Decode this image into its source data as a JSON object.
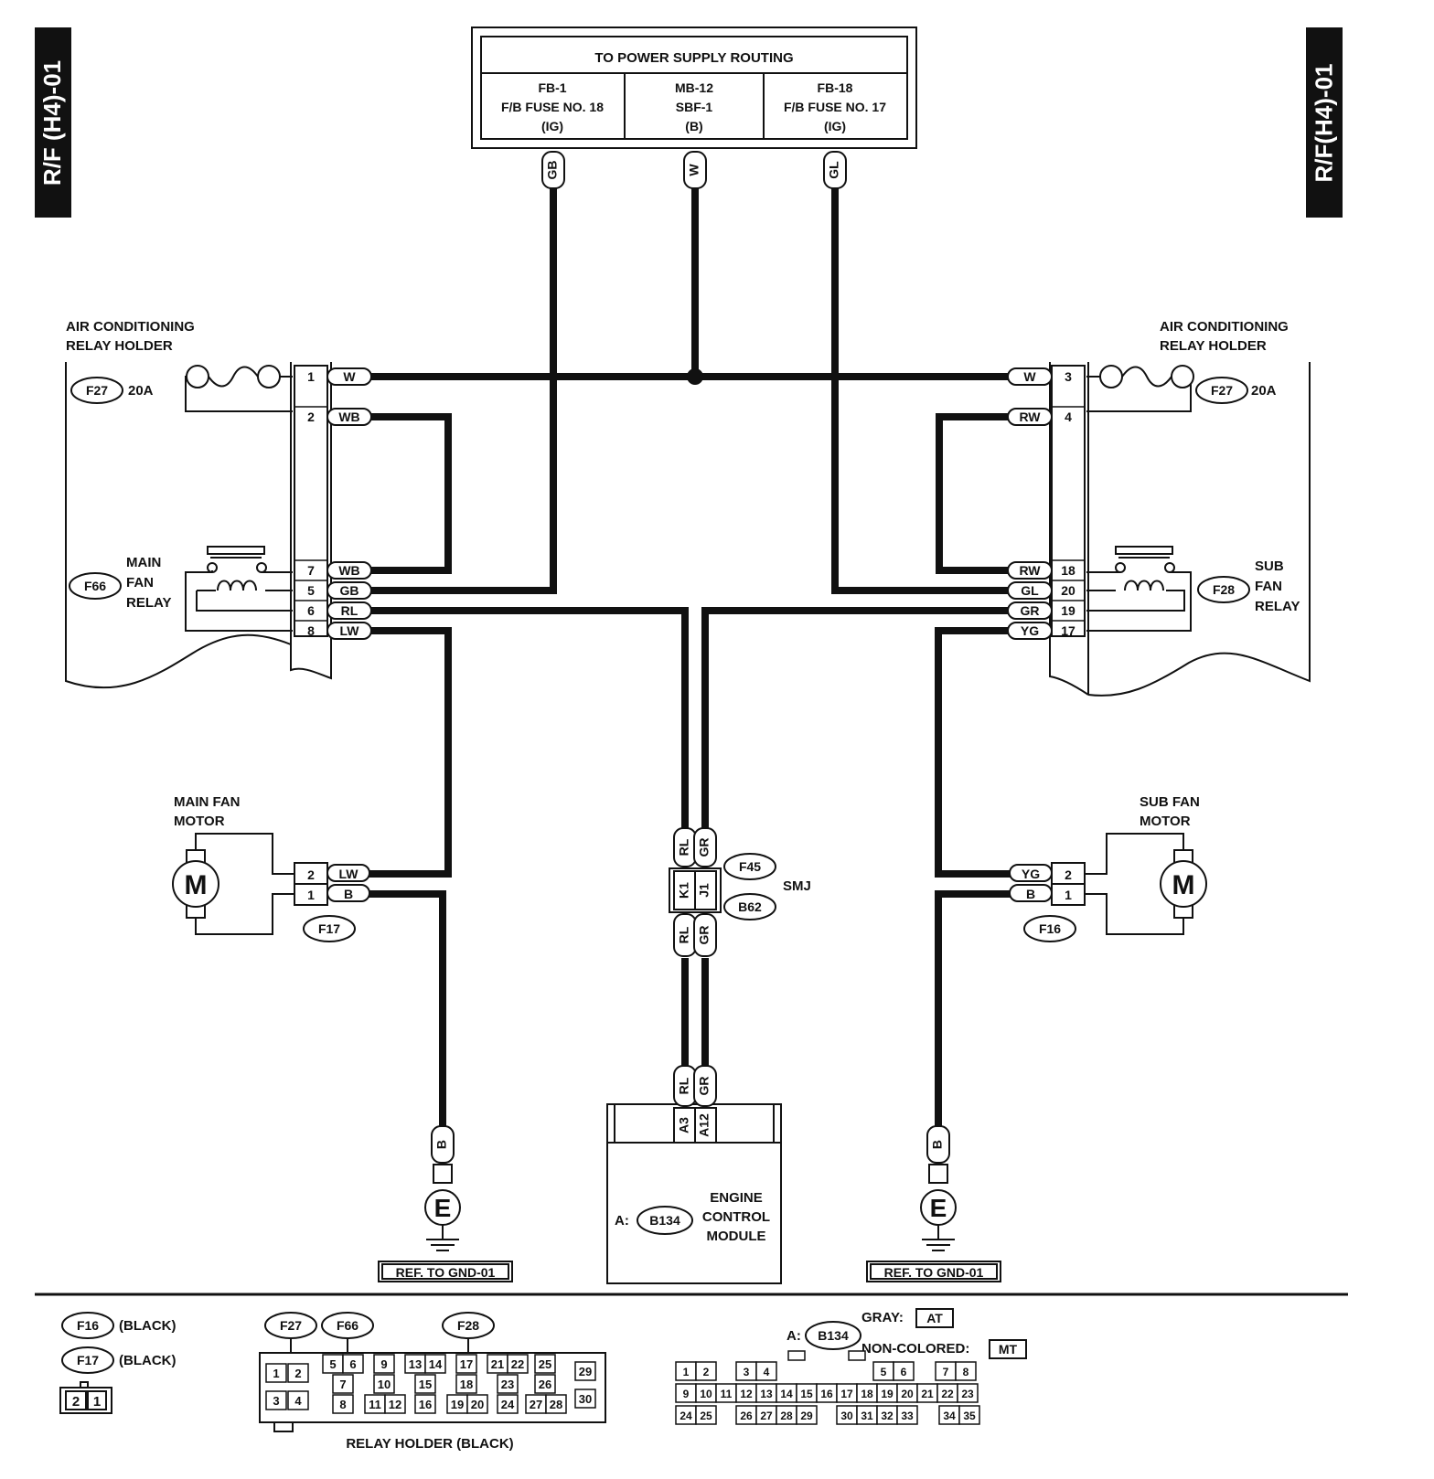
{
  "page_tags": {
    "left": "R/F (H4)-01",
    "right": "R/F(H4)-01"
  },
  "power_supply": {
    "title": "TO POWER SUPPLY ROUTING",
    "col1": [
      "FB-1",
      "F/B FUSE NO. 18",
      "(IG)"
    ],
    "col2": [
      "MB-12",
      "SBF-1",
      "(B)"
    ],
    "col3": [
      "FB-18",
      "F/B FUSE NO. 17",
      "(IG)"
    ],
    "wires": [
      "GB",
      "W",
      "GL"
    ]
  },
  "left_relay_holder": {
    "title": [
      "AIR CONDITIONING",
      "RELAY HOLDER"
    ],
    "fuse_connector": "F27",
    "fuse_rating": "20A",
    "relay_connector": "F66",
    "relay_label": [
      "MAIN",
      "FAN",
      "RELAY"
    ],
    "pins": [
      {
        "pin": "1",
        "wire": "W"
      },
      {
        "pin": "2",
        "wire": "WB"
      },
      {
        "pin": "7",
        "wire": "WB"
      },
      {
        "pin": "5",
        "wire": "GB"
      },
      {
        "pin": "6",
        "wire": "RL"
      },
      {
        "pin": "8",
        "wire": "LW"
      }
    ]
  },
  "right_relay_holder": {
    "title": [
      "AIR CONDITIONING",
      "RELAY HOLDER"
    ],
    "fuse_connector": "F27",
    "fuse_rating": "20A",
    "relay_connector": "F28",
    "relay_label": [
      "SUB",
      "FAN",
      "RELAY"
    ],
    "pins": [
      {
        "pin": "3",
        "wire": "W"
      },
      {
        "pin": "4",
        "wire": "RW"
      },
      {
        "pin": "18",
        "wire": "RW"
      },
      {
        "pin": "20",
        "wire": "GL"
      },
      {
        "pin": "19",
        "wire": "GR"
      },
      {
        "pin": "17",
        "wire": "YG"
      }
    ]
  },
  "main_fan_motor": {
    "title": [
      "MAIN FAN",
      "MOTOR"
    ],
    "symbol": "M",
    "connector": "F17",
    "pins": [
      {
        "pin": "2",
        "wire": "LW"
      },
      {
        "pin": "1",
        "wire": "B"
      }
    ]
  },
  "sub_fan_motor": {
    "title": [
      "SUB FAN",
      "MOTOR"
    ],
    "symbol": "M",
    "connector": "F16",
    "pins": [
      {
        "pin": "2",
        "wire": "YG"
      },
      {
        "pin": "1",
        "wire": "B"
      }
    ]
  },
  "smj": {
    "label": "SMJ",
    "connector_top": "F45",
    "connector_bottom": "B62",
    "wires_top": [
      "RL",
      "GR"
    ],
    "terminals": [
      "K1",
      "J1"
    ],
    "wires_bottom": [
      "RL",
      "GR"
    ]
  },
  "ecm": {
    "title": [
      "ENGINE",
      "CONTROL",
      "MODULE"
    ],
    "prefix": "A:",
    "connector": "B134",
    "wires": [
      "RL",
      "GR"
    ],
    "pins": [
      "A3",
      "A12"
    ]
  },
  "grounds": [
    {
      "wire": "B",
      "symbol": "E",
      "ref": "REF. TO GND-01"
    },
    {
      "wire": "B",
      "symbol": "E",
      "ref": "REF. TO GND-01"
    }
  ],
  "legend": {
    "f16": {
      "id": "F16",
      "color": "(BLACK)"
    },
    "f17": {
      "id": "F17",
      "color": "(BLACK)"
    },
    "small_connector_pins": [
      "2",
      "1"
    ],
    "relay_holder_ids": [
      "F27",
      "F66",
      "F28"
    ],
    "relay_holder_label": "RELAY HOLDER (BLACK)",
    "relay_pins": {
      "g1": [
        "1",
        "2",
        "3",
        "4"
      ],
      "g2": [
        "5",
        "6",
        "7",
        "8"
      ],
      "g3": [
        "9",
        "10",
        "11",
        "12"
      ],
      "g4": [
        "13",
        "14",
        "15",
        "16"
      ],
      "g5": [
        "17",
        "18",
        "19",
        "20"
      ],
      "g6": [
        "21",
        "22",
        "23",
        "24"
      ],
      "g7": [
        "25",
        "26",
        "27",
        "28"
      ],
      "g8": [
        "29",
        "30"
      ]
    },
    "b134": {
      "prefix": "A:",
      "id": "B134",
      "gray": "GRAY:",
      "gray_box": "AT",
      "non": "NON-COLORED:",
      "non_box": "MT"
    },
    "ecm_pins": {
      "row1": [
        "1",
        "2",
        "3",
        "4",
        "5",
        "6",
        "7",
        "8"
      ],
      "row2": [
        "9",
        "10",
        "11",
        "12",
        "13",
        "14",
        "15",
        "16",
        "17",
        "18",
        "19",
        "20",
        "21",
        "22",
        "23"
      ],
      "row3": [
        "24",
        "25",
        "26",
        "27",
        "28",
        "29",
        "30",
        "31",
        "32",
        "33",
        "34",
        "35"
      ]
    }
  },
  "colors": {
    "ink": "#111111",
    "tab_bg": "#111111",
    "tab_text": "#ffffff",
    "paper": "#ffffff"
  }
}
